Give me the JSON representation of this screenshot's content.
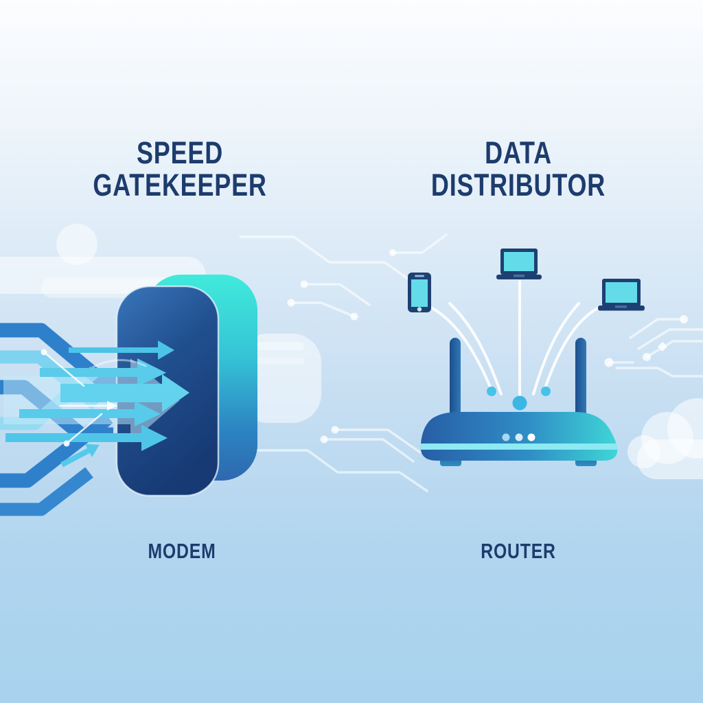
{
  "poster": {
    "left": {
      "title_line1": "SPEED",
      "title_line2": "GATEKEEPER",
      "device_label": "MODEM"
    },
    "right": {
      "title_line1": "DATA",
      "title_line2": "DISTRIBUTOR",
      "device_label": "ROUTER"
    },
    "colors": {
      "text_navy": "#1d3c6d",
      "background_top": "#fcfdff",
      "background_bottom": "#a8d2ee",
      "modem_front_blue": "#21508f",
      "modem_side_teal": "#35c3d6",
      "arrow_dark_blue": "#2f80cb",
      "arrow_cyan": "#57c9e9",
      "router_body_blue": "#275ea6",
      "router_body_teal": "#3fd6d6",
      "router_stripe": "#8deaf2",
      "device_navy": "#1d4072",
      "device_screen_teal": "#64dbe8",
      "wifi_dot_cyan": "#3cb9e6",
      "signal_line_white": "#ffffff"
    },
    "icons": {
      "left_illustration": "modem-3d-box-with-incoming-speed-arrows",
      "right_illustration": "wifi-router-distributing-to-devices",
      "connected_devices": [
        "smartphone",
        "laptop",
        "laptop"
      ]
    }
  }
}
